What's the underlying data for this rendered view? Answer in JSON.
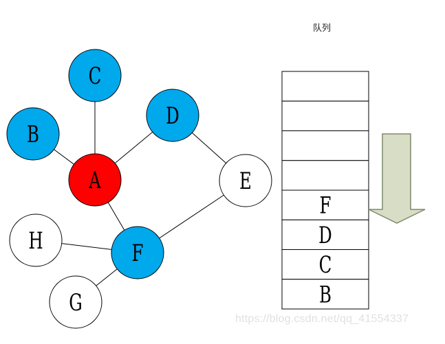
{
  "queue": {
    "title": "队列",
    "cells": [
      "",
      "",
      "",
      "",
      "F",
      "D",
      "C",
      "B"
    ]
  },
  "graph": {
    "nodes": [
      {
        "id": "A",
        "label": "A",
        "state": "current"
      },
      {
        "id": "B",
        "label": "B",
        "state": "queued"
      },
      {
        "id": "C",
        "label": "C",
        "state": "queued"
      },
      {
        "id": "D",
        "label": "D",
        "state": "queued"
      },
      {
        "id": "E",
        "label": "E",
        "state": "unvisited"
      },
      {
        "id": "F",
        "label": "F",
        "state": "queued"
      },
      {
        "id": "G",
        "label": "G",
        "state": "unvisited"
      },
      {
        "id": "H",
        "label": "H",
        "state": "unvisited"
      }
    ],
    "edges": [
      [
        "A",
        "B"
      ],
      [
        "A",
        "C"
      ],
      [
        "A",
        "D"
      ],
      [
        "A",
        "F"
      ],
      [
        "D",
        "E"
      ],
      [
        "E",
        "F"
      ],
      [
        "F",
        "H"
      ],
      [
        "F",
        "G"
      ]
    ]
  },
  "colors": {
    "current": "#ff0000",
    "queued": "#00a8ec",
    "unvisited": "#ffffff",
    "arrow_fill": "#d8ddc6",
    "arrow_stroke": "#7d8a6a"
  },
  "watermark": "https://blog.csdn.net/qq_41554337"
}
